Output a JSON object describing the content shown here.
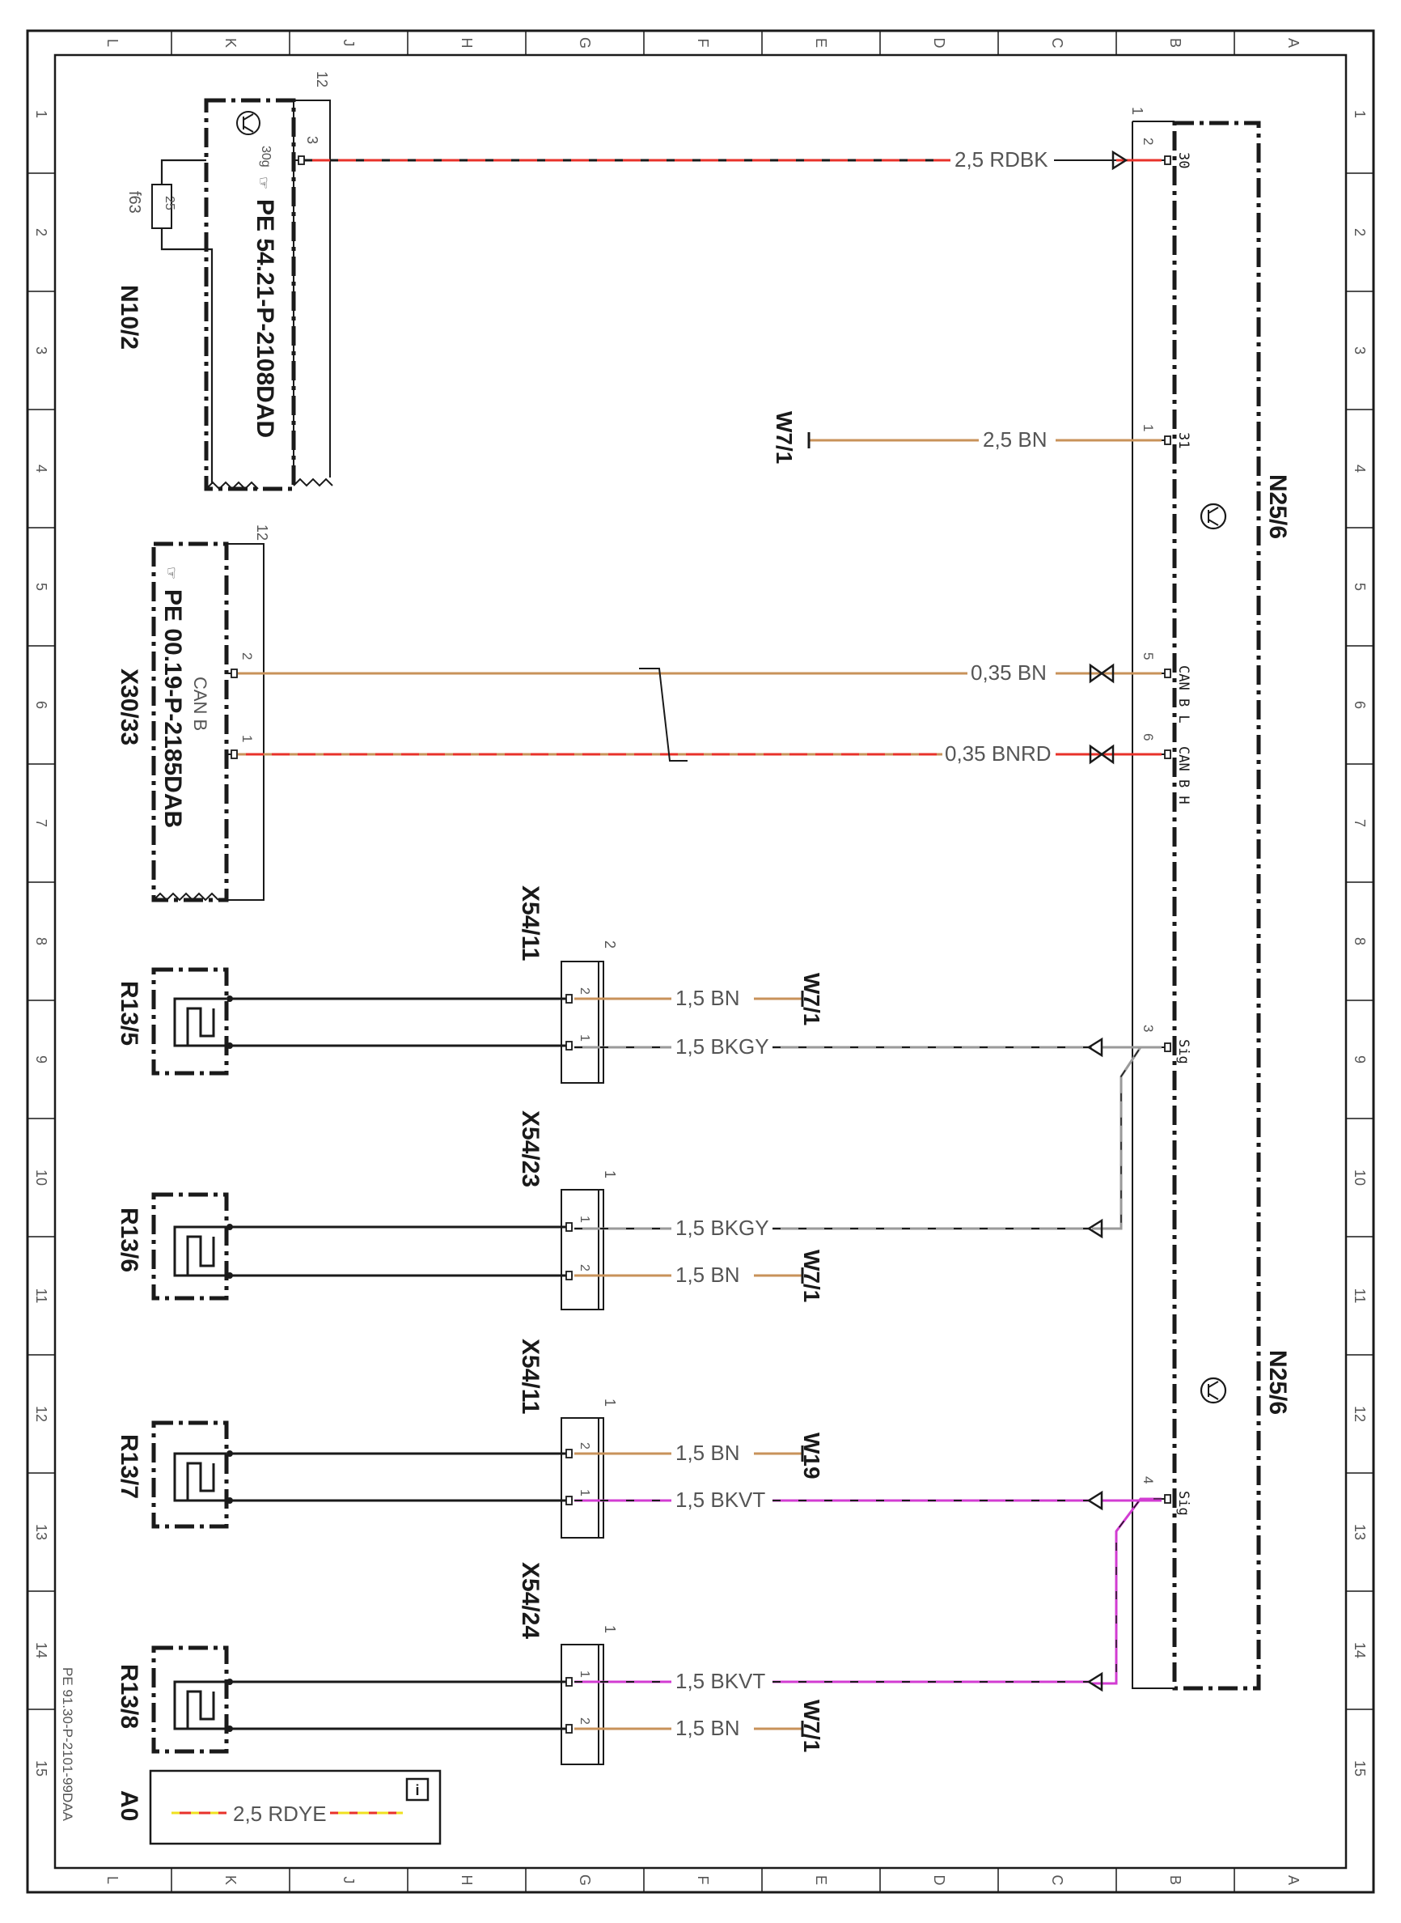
{
  "border": {
    "columns": [
      "L",
      "K",
      "J",
      "H",
      "G",
      "F",
      "E",
      "D",
      "C",
      "B",
      "A"
    ],
    "rows": [
      "1",
      "2",
      "3",
      "4",
      "5",
      "6",
      "7",
      "8",
      "9",
      "10",
      "11",
      "12",
      "13",
      "14",
      "15"
    ]
  },
  "doc_number": "PE 91.30-P-2101-99DAA",
  "sheet_format": "A0",
  "info_icon": "i",
  "legend_wire": "2,5 RDYE",
  "modules": {
    "n10": {
      "ref": "PE 54.21-P-2108DAD",
      "label": "N10/2",
      "fuse_name": "f63",
      "fuse_value": "25",
      "pin_count": "12",
      "pin_3": "3",
      "pin_30g": "30g"
    },
    "x30": {
      "ref": "PE 00.19-P-2185DAB",
      "label": "X30/33",
      "bus": "CAN B",
      "pin_count": "12",
      "pin_2": "2",
      "pin_1": "1"
    },
    "n25_top": {
      "label": "N25/6",
      "group_num": "1"
    },
    "n25_bottom": {
      "label": "N25/6"
    }
  },
  "pins": {
    "p30": {
      "num": "2",
      "name": "30"
    },
    "p31": {
      "num": "1",
      "name": "31"
    },
    "canl": {
      "num": "5",
      "name": "CAN B L"
    },
    "canh": {
      "num": "6",
      "name": "CAN B H"
    },
    "sig3": {
      "num": "3",
      "name": "Sig"
    },
    "sig4": {
      "num": "4",
      "name": "Sig"
    }
  },
  "wires": {
    "w30": "2,5 RDBK",
    "w31": "2,5 BN",
    "canl": "0,35 BN",
    "canh": "0,35 BNRD",
    "r5_bn": "1,5 BN",
    "r5_sig": "1,5 BKGY",
    "r6_sig": "1,5 BKGY",
    "r6_bn": "1,5 BN",
    "r7_bn": "1,5 BN",
    "r7_sig": "1,5 BKVT",
    "r8_sig": "1,5 BKVT",
    "r8_bn": "1,5 BN"
  },
  "grounds": {
    "g31": "W7/1",
    "r5": "W7/1",
    "r6": "W7/1",
    "r7": "W19",
    "r8": "W7/1"
  },
  "connectors": {
    "x54_11a": {
      "label": "X54/11",
      "count": "2",
      "pin_a": "2",
      "pin_b": "1"
    },
    "x54_23": {
      "label": "X54/23",
      "count": "1",
      "pin_a": "1",
      "pin_b": "2"
    },
    "x54_11b": {
      "label": "X54/11",
      "count": "1",
      "pin_a": "2",
      "pin_b": "1"
    },
    "x54_24": {
      "label": "X54/24",
      "count": "1",
      "pin_a": "1",
      "pin_b": "2"
    }
  },
  "sensors": {
    "r5": "R13/5",
    "r6": "R13/6",
    "r7": "R13/7",
    "r8": "R13/8"
  },
  "colors": {
    "frame": "#1a1a1a",
    "wire_red": "#e8322a",
    "wire_brown": "#c8925a",
    "wire_gray": "#9a9a9a",
    "wire_violet": "#d23cd2",
    "wire_yellow": "#f0e020"
  }
}
